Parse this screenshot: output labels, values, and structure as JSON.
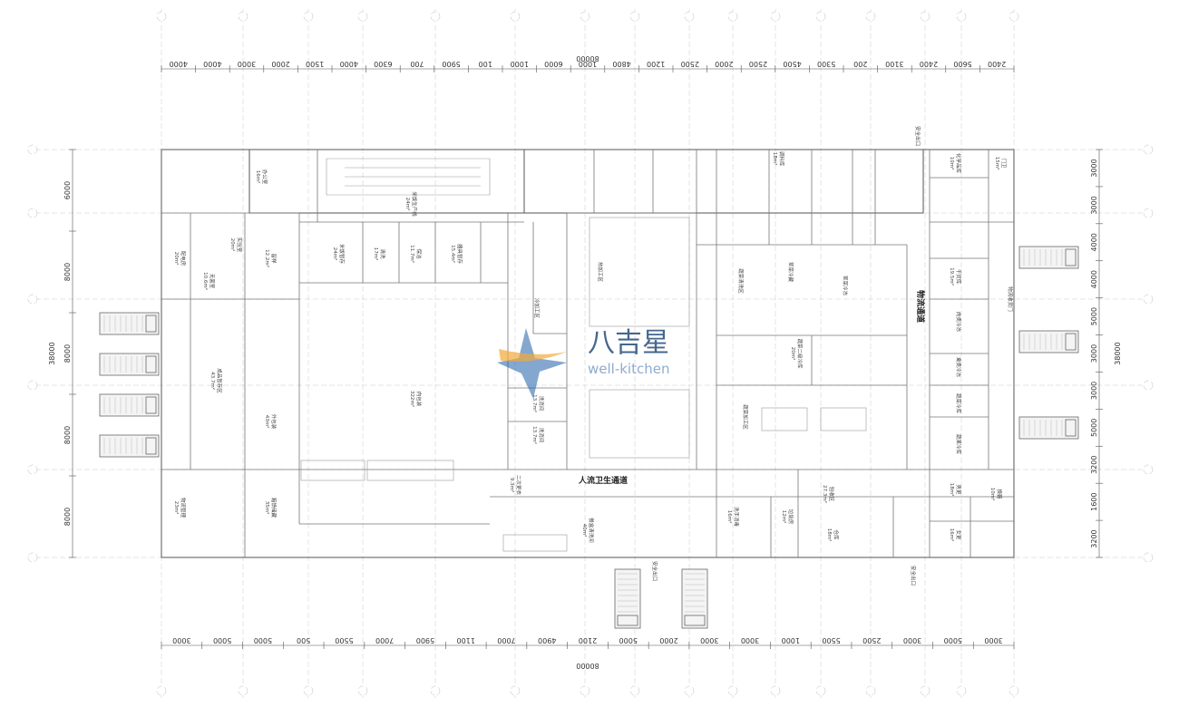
{
  "dimensions": {
    "overall_width": "80000",
    "overall_depth": "38000",
    "top": [
      "4000",
      "4000",
      "3000",
      "2000",
      "1500",
      "4000",
      "6300",
      "700",
      "5900",
      "100",
      "1000",
      "6000",
      "1000",
      "4800",
      "1200",
      "2500",
      "2000",
      "2500",
      "4500",
      "5300",
      "200",
      "3100",
      "2400",
      "5600",
      "2400"
    ],
    "bottom": [
      "3000",
      "5000",
      "5000",
      "500",
      "5500",
      "7000",
      "5900",
      "1100",
      "7000",
      "4900",
      "2100",
      "5000",
      "2000",
      "3000",
      "3000",
      "1000",
      "5500",
      "2500",
      "3000",
      "5000",
      "3000"
    ],
    "left": [
      "6000",
      "8000",
      "8000",
      "8000",
      "8000"
    ],
    "right": [
      "3000",
      "3000",
      "4000",
      "4000",
      "5000",
      "3000",
      "3000",
      "5000",
      "3200",
      "1600",
      "3200"
    ]
  },
  "corridors": {
    "personnel": "人流卫生通道",
    "logistics": "物流通道"
  },
  "rooms": [
    {
      "name": "成品暂存区",
      "area": "43.7m²"
    },
    {
      "name": "内包装",
      "area": "322m²"
    },
    {
      "name": "外包装",
      "area": "43m²"
    },
    {
      "name": "实验室",
      "area": "20m²"
    },
    {
      "name": "无菌室",
      "area": "10.6m²"
    },
    {
      "name": "留样",
      "area": "12.2m²"
    },
    {
      "name": "配电房",
      "area": "20m²"
    },
    {
      "name": "米饭暂存",
      "area": "24m²"
    },
    {
      "name": "清洗",
      "area": "17m²"
    },
    {
      "name": "保洁",
      "area": "11.7m²"
    },
    {
      "name": "器具暂存",
      "area": "15.4m²"
    },
    {
      "name": "米饭生产线",
      "area": "24m²"
    },
    {
      "name": "洗消间",
      "area": "13.7m²"
    },
    {
      "name": "洗消间",
      "area": "13.7m²"
    },
    {
      "name": "热加工区",
      "area": ""
    },
    {
      "name": "冷加工区",
      "area": ""
    },
    {
      "name": "蔬菜清洗区",
      "area": ""
    },
    {
      "name": "蔬菜二级冷库",
      "area": "20m²"
    },
    {
      "name": "蔬菜加工区",
      "area": ""
    },
    {
      "name": "荤菜冷藏",
      "area": ""
    },
    {
      "name": "荤菜冷冻",
      "area": ""
    },
    {
      "name": "调料库",
      "area": "18m²"
    },
    {
      "name": "化学品库",
      "area": "10m²"
    },
    {
      "name": "干货库",
      "area": "19.5m²"
    },
    {
      "name": "肉类冷冻",
      "area": ""
    },
    {
      "name": "禽类冷冻",
      "area": ""
    },
    {
      "name": "蔬菜冷库",
      "area": ""
    },
    {
      "name": "蔬果冷库",
      "area": ""
    },
    {
      "name": "验收区",
      "area": "27.3m²"
    },
    {
      "name": "门卫",
      "area": "15m²"
    },
    {
      "name": "换鞋",
      "area": "10m²"
    },
    {
      "name": "男更",
      "area": "18m²"
    },
    {
      "name": "女更",
      "area": "16m²"
    },
    {
      "name": "洗手消毒",
      "area": "16m²"
    },
    {
      "name": "餐盒清洗间",
      "area": "40m²"
    },
    {
      "name": "物流管理",
      "area": "23m²"
    },
    {
      "name": "箱馈储藏",
      "area": "35m²"
    },
    {
      "name": "垃圾房",
      "area": "12m²"
    },
    {
      "name": "仓库",
      "area": "18m²"
    },
    {
      "name": "二次更衣",
      "area": "9.3m²"
    },
    {
      "name": "办公室",
      "area": "16m²"
    }
  ],
  "doors": [
    "安全出口",
    "安全出口",
    "安全出口",
    "物流收货门"
  ],
  "watermark": {
    "zh": "八吉星",
    "en": "well-kitchen"
  },
  "colors": {
    "line": "#555555",
    "light": "#9a9a9a",
    "grid": "#b0b0b0",
    "logo_star": "#1f5fa8",
    "logo_accent": "#f2a93b"
  }
}
